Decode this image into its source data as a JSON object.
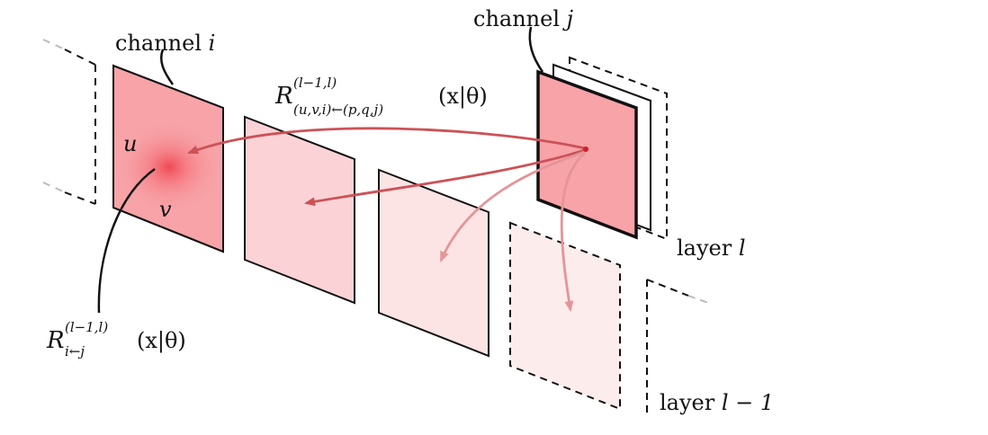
{
  "labels": {
    "channel_i_word": "channel",
    "channel_i_var": "i",
    "channel_j_word": "channel",
    "channel_j_var": "j",
    "layer_l_word": "layer",
    "layer_l_var": "l",
    "layer_l1_word": "layer",
    "layer_l1_expr": "l − 1",
    "u": "u",
    "v": "v"
  },
  "formula_top": {
    "symbol": "R",
    "superscript": "(l−1,l)",
    "subscript": "(u,v,i)←(p,q,j)",
    "argument": "(x|θ)"
  },
  "formula_bottom": {
    "symbol": "R",
    "superscript": "(l−1,l)",
    "subscript": "i←j",
    "argument": "(x|θ)"
  },
  "colors": {
    "plane_strong": "#f7a3a8",
    "plane_light": "#fbd3d6",
    "plane_lighter": "#fce3e4",
    "plane_faint": "#fdecec",
    "arrow_strong": "#cc5257",
    "arrow_light": "#e49598",
    "hotspot": "#f0454f",
    "dashed_gray": "#999999"
  },
  "icons": {
    "arrow_head": "triangle-arrow-icon"
  }
}
